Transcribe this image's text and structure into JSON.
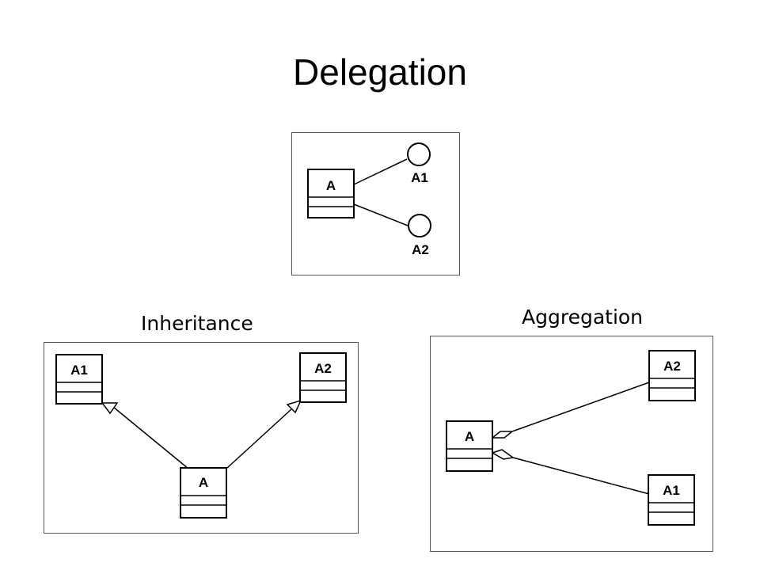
{
  "slide": {
    "title": "Delegation"
  },
  "captions": {
    "inheritance": "Inheritance",
    "aggregation": "Aggregation"
  },
  "delegation": {
    "class_name": "A",
    "interface_1": "A1",
    "interface_2": "A2"
  },
  "inheritance": {
    "parent_1": "A1",
    "parent_2": "A2",
    "child": "A"
  },
  "aggregation": {
    "whole": "A",
    "part_1": "A2",
    "part_2": "A1"
  }
}
